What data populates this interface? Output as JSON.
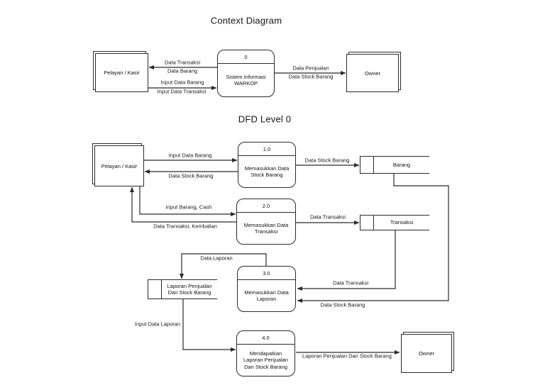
{
  "context": {
    "title": "Context Diagram",
    "entities": {
      "pelayan_kasir": "Pelayan / Kasir",
      "owner": "Owner"
    },
    "process0": {
      "number": "0",
      "name": [
        "Sistem Informasi",
        "WARKOP"
      ]
    },
    "flows": {
      "data_transaksi": "Data Transaksi",
      "data_barang": "Data Barang",
      "input_data_barang": "Input Data Barang",
      "input_data_transaksi": "Input Data Transaksi",
      "data_penjualan": "Data Penjualan",
      "data_stock_barang": "Data Stock Barang"
    }
  },
  "dfd": {
    "title": "DFD Level 0",
    "entities": {
      "pelayan_kasir": "Pelayan / Kasir",
      "owner": "Owner"
    },
    "process1": {
      "number": "1.0",
      "name": [
        "Memasukkan Data",
        "Stock Barang"
      ]
    },
    "process2": {
      "number": "2.0",
      "name": [
        "Memasukkan Data",
        "Transaksi"
      ]
    },
    "process3": {
      "number": "3.0",
      "name": [
        "Memasukkan Data",
        "Laporan"
      ]
    },
    "process4": {
      "number": "4.0",
      "name": [
        "Mendapatkan",
        "Laporan Penjualan",
        "Dan Stock Barang"
      ]
    },
    "stores": {
      "barang": "Barang",
      "transaksi": "Transaksi",
      "laporan": [
        "Laporan Penjualan",
        "Dan Stock Barang"
      ]
    },
    "flows": {
      "input_data_barang": "Input Data Barang",
      "data_stock_barang_return": "Data Stock Barang",
      "data_stock_barang_store": "Data Stock Barang",
      "input_barang_cash": "Input Barang, Cash",
      "data_transaksi_kembalian": "Data Transaksi, Kembalian",
      "data_transaksi_store": "Data Transaksi",
      "data_laporan": "Data Laporan",
      "data_transaksi_in": "Data Transaksi",
      "data_stock_barang_in": "Data Stock Barang",
      "input_data_laporan": "Input Data Laporan",
      "laporan_penjualan_out": "Laporan Penjualan Dan Stock Barang"
    }
  },
  "colors": {
    "line": "#2b2b2b",
    "text": "#151515",
    "background": "#ffffff"
  }
}
